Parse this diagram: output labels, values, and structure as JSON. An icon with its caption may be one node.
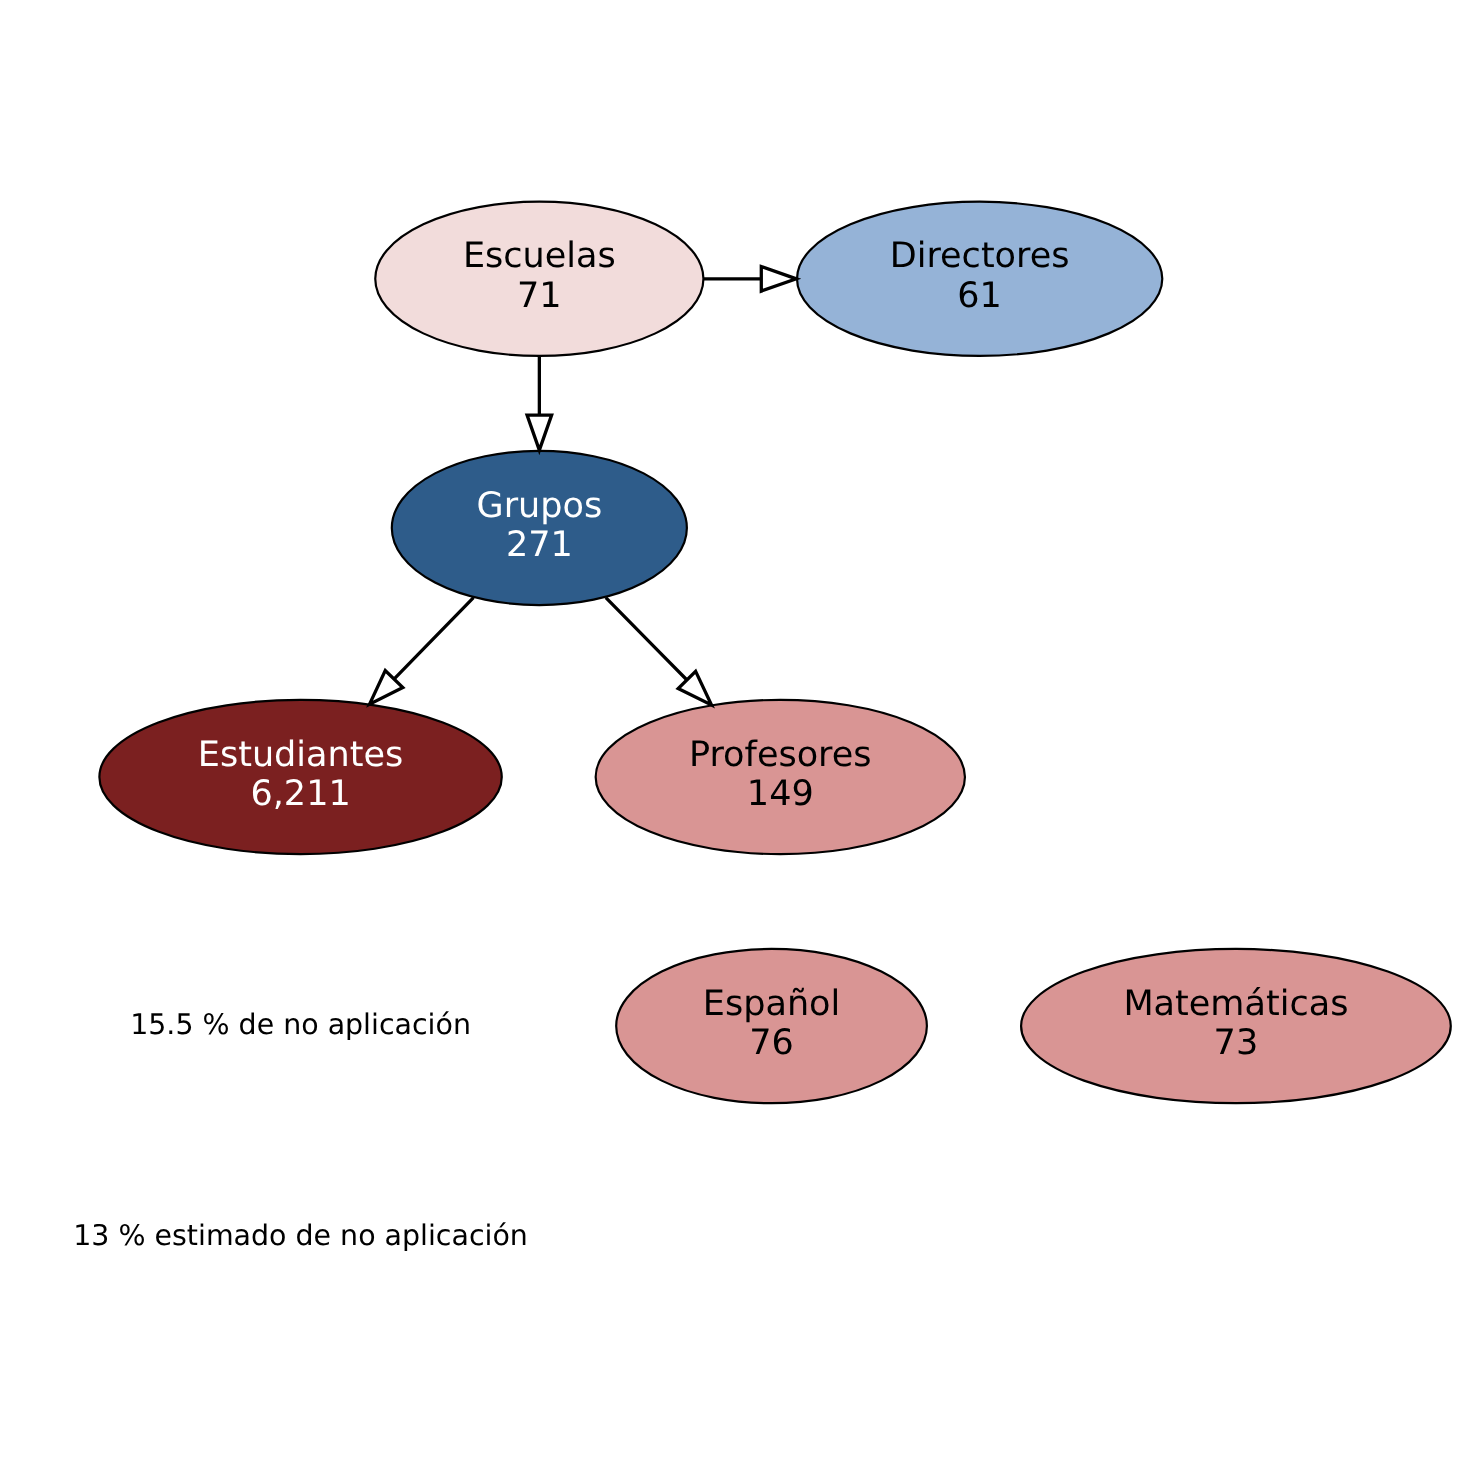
{
  "diagram": {
    "nodes": [
      {
        "text": [
          "Escuelas",
          "71"
        ]
      },
      {
        "text": [
          "Directores",
          "61"
        ]
      },
      {
        "text": [
          "Grupos",
          "271"
        ]
      },
      {
        "text": [
          "Estudiantes",
          "6,211"
        ]
      },
      {
        "text": [
          "Profesores",
          "149"
        ]
      },
      {
        "text": [
          "Español",
          "76"
        ]
      },
      {
        "text": [
          "Matemáticas",
          "73"
        ]
      }
    ],
    "edges": [
      {
        "from": 0,
        "to": 1,
        "arrow": "to"
      },
      {
        "from": 0,
        "to": 2,
        "arrow": "to"
      },
      {
        "from": 2,
        "to": 3,
        "arrow": "to"
      },
      {
        "from": 2,
        "to": 4,
        "arrow": "to"
      }
    ],
    "labels": [
      "15.5 % de no aplicación",
      "13 % estimado de no aplicación"
    ]
  }
}
